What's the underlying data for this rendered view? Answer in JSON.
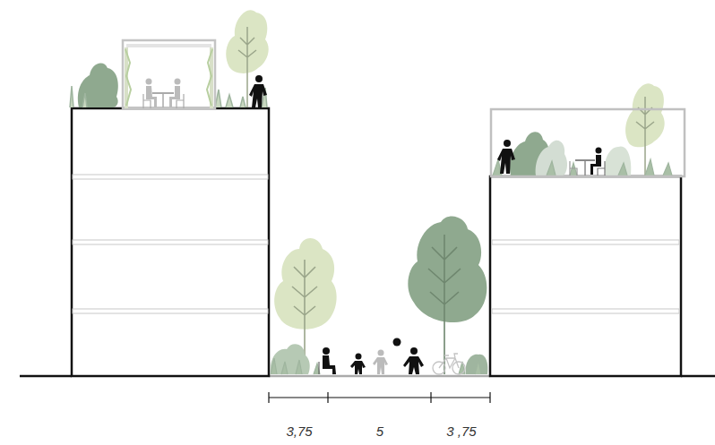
{
  "diagram": {
    "labels": [
      "3,75",
      "5",
      "3 ,75"
    ]
  }
}
